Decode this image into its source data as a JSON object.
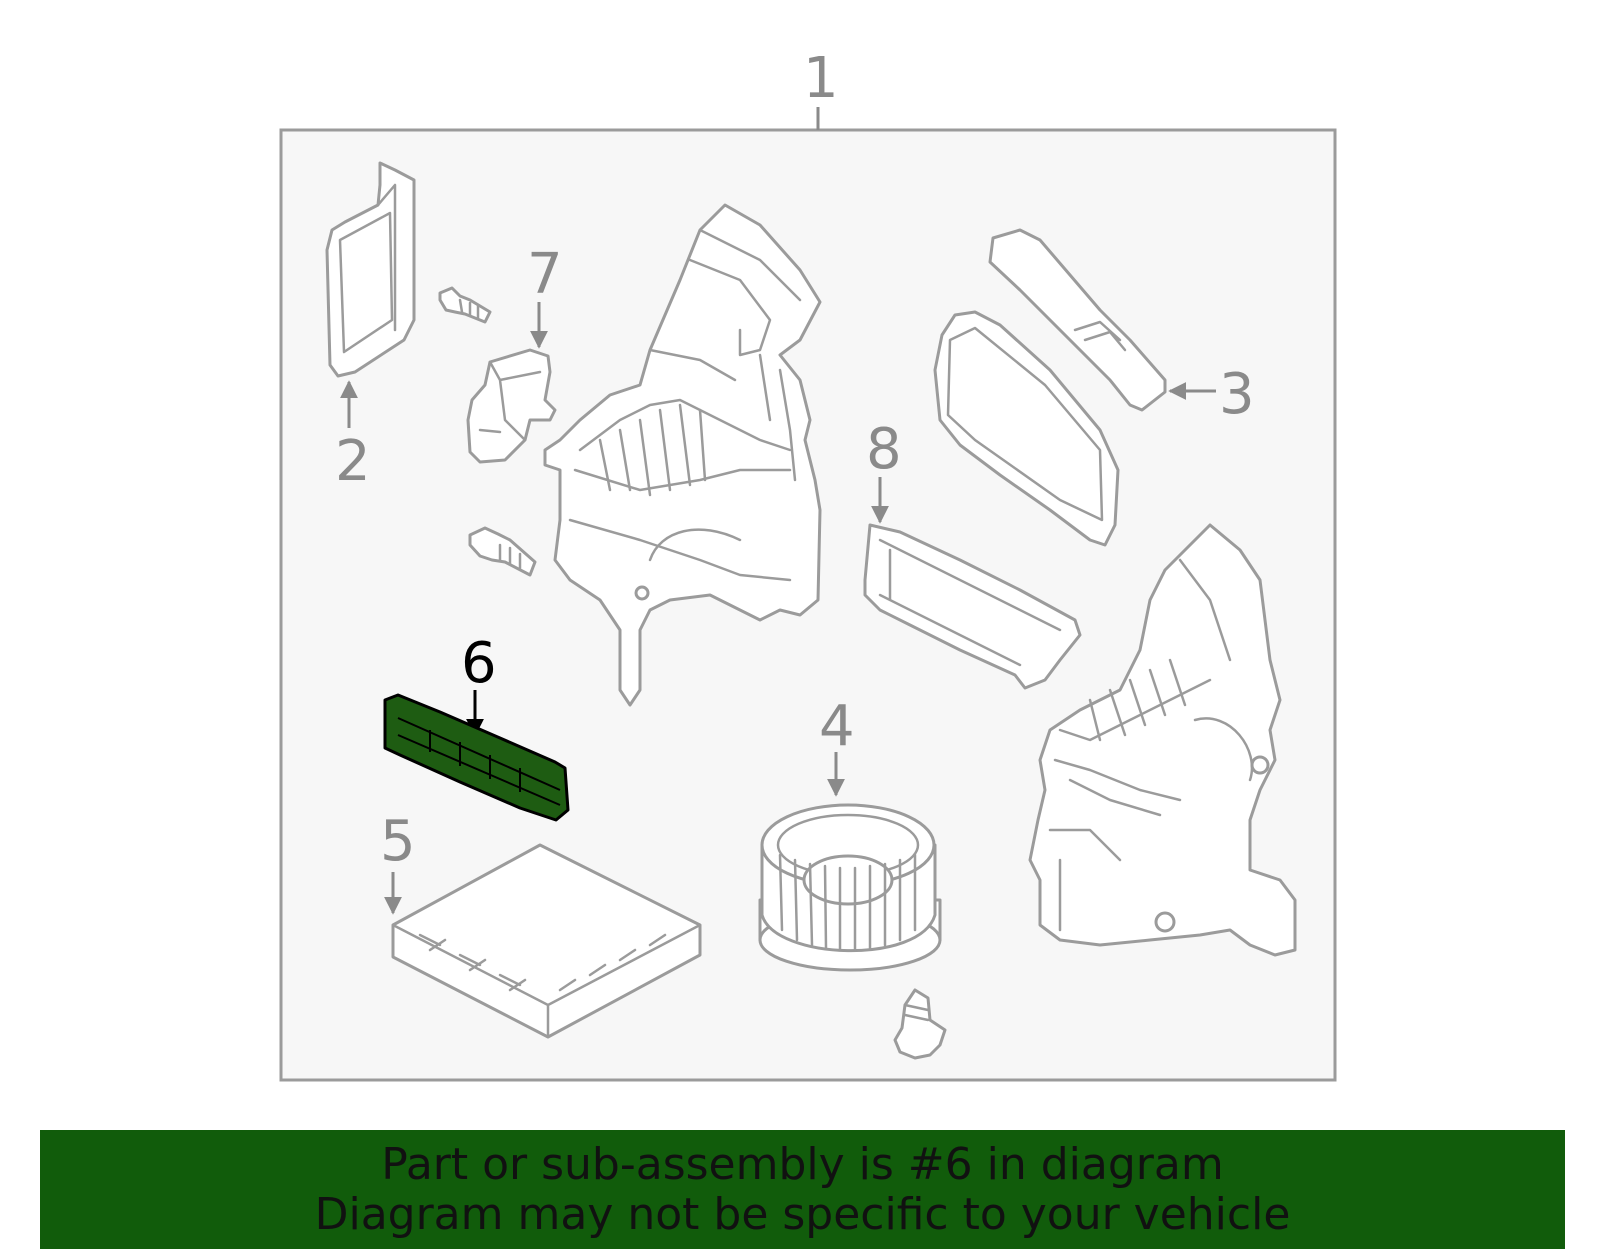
{
  "callouts": {
    "c1": "1",
    "c2": "2",
    "c3": "3",
    "c4": "4",
    "c5": "5",
    "c6": "6",
    "c7": "7",
    "c8": "8"
  },
  "highlight": {
    "part_number": "6",
    "color": "#1e5c12"
  },
  "banner": {
    "line1": "Part or sub-assembly is #6 in diagram",
    "line2": "Diagram may not be specific to your vehicle",
    "background": "#115c0b"
  }
}
